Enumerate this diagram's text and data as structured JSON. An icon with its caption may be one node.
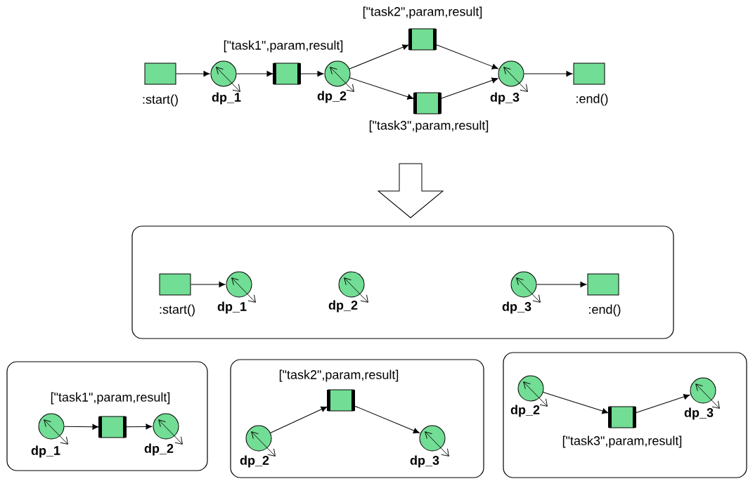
{
  "diagram": {
    "nodes": [
      {
        "text": [
          ":start()"
        ]
      },
      {
        "text": [
          "dp_1"
        ]
      },
      {
        "text": [
          "[\"task1\",param,result]"
        ]
      },
      {
        "text": [
          "dp_2"
        ]
      },
      {
        "text": [
          "[\"task2\",param,result]"
        ]
      },
      {
        "text": [
          "[\"task3\",param,result]"
        ]
      },
      {
        "text": [
          "dp_3"
        ]
      },
      {
        "text": [
          ":end()"
        ]
      },
      {
        "text": [],
        "shape": "box"
      },
      {
        "text": [
          ":start()"
        ],
        "in": 8
      },
      {
        "text": [
          "dp_1"
        ],
        "in": 8
      },
      {
        "text": [
          "dp_2"
        ],
        "in": 8
      },
      {
        "text": [
          "dp_3"
        ],
        "in": 8
      },
      {
        "text": [
          ":end()"
        ],
        "in": 8
      },
      {
        "text": [],
        "shape": "box"
      },
      {
        "text": [
          "dp_1"
        ],
        "in": 14
      },
      {
        "text": [
          "[\"task1\",param,result]"
        ],
        "in": 14
      },
      {
        "text": [
          "dp_2"
        ],
        "in": 14
      },
      {
        "text": [],
        "shape": "box"
      },
      {
        "text": [
          "dp_2"
        ],
        "in": 18
      },
      {
        "text": [
          "[\"task2\",param,result]"
        ],
        "in": 18
      },
      {
        "text": [
          "dp_3"
        ],
        "in": 18
      },
      {
        "text": [],
        "shape": "box"
      },
      {
        "text": [
          "dp_2"
        ],
        "in": 22
      },
      {
        "text": [
          "[\"task3\",param,result]"
        ],
        "in": 22
      },
      {
        "text": [
          "dp_3"
        ],
        "in": 22
      }
    ],
    "edges": [
      {
        "from": 0,
        "to": 1,
        "arrow": "to"
      },
      {
        "from": 1,
        "to": 2,
        "arrow": "to"
      },
      {
        "from": 2,
        "to": 3,
        "arrow": "to"
      },
      {
        "from": 3,
        "to": 4,
        "arrow": "to"
      },
      {
        "from": 3,
        "to": 5,
        "arrow": "to"
      },
      {
        "from": 4,
        "to": 6,
        "arrow": "to"
      },
      {
        "from": 5,
        "to": 6,
        "arrow": "to"
      },
      {
        "from": 6,
        "to": 7,
        "arrow": "to"
      },
      {
        "from": 9,
        "to": 10,
        "arrow": "to"
      },
      {
        "from": 12,
        "to": 13,
        "arrow": "to"
      },
      {
        "from": 15,
        "to": 16,
        "arrow": "to"
      },
      {
        "from": 16,
        "to": 17,
        "arrow": "to"
      },
      {
        "from": 19,
        "to": 20,
        "arrow": "to"
      },
      {
        "from": 20,
        "to": 21,
        "arrow": "to"
      },
      {
        "from": 23,
        "to": 24,
        "arrow": "to"
      },
      {
        "from": 24,
        "to": 25,
        "arrow": "to"
      }
    ]
  }
}
